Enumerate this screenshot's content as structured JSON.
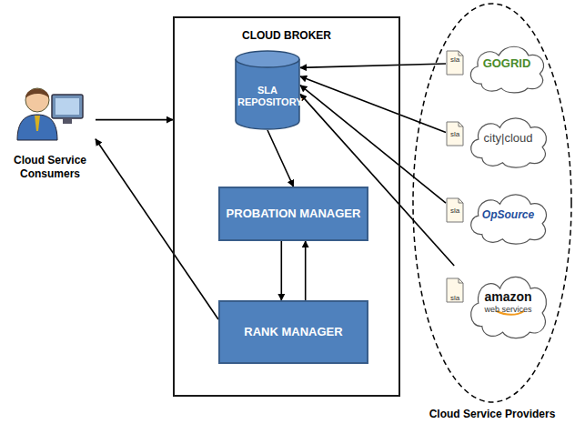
{
  "diagram": {
    "nodes": [
      {
        "text": [
          "Cloud Service Consumers"
        ]
      },
      {
        "text": [
          "CLOUD BROKER"
        ]
      },
      {
        "text": [
          "SLA REPOSITORY"
        ],
        "in": 1
      },
      {
        "text": [
          "PROBATION MANAGER"
        ],
        "in": 1
      },
      {
        "text": [
          "RANK MANAGER"
        ],
        "in": 1
      },
      {
        "text": [
          "Cloud Service Providers"
        ]
      },
      {
        "text": [
          "sla",
          "GOGRID"
        ],
        "in": 5
      },
      {
        "text": [
          "sla",
          "city|cloud"
        ],
        "in": 5
      },
      {
        "text": [
          "sla",
          "OpSource"
        ],
        "in": 5
      },
      {
        "text": [
          "sla",
          "amazon",
          "web services"
        ],
        "in": 5
      }
    ],
    "edges": [
      {
        "from": 0,
        "to": 1,
        "arrow": "to"
      },
      {
        "from": 4,
        "to": 0,
        "arrow": "to"
      },
      {
        "from": 2,
        "to": 3,
        "arrow": "to"
      },
      {
        "from": 3,
        "to": 4,
        "arrow": "to"
      },
      {
        "from": 4,
        "to": 3,
        "arrow": "to"
      },
      {
        "from": 6,
        "to": 2,
        "arrow": "to"
      },
      {
        "from": 7,
        "to": 2,
        "arrow": "to"
      },
      {
        "from": 8,
        "to": 2,
        "arrow": "to"
      },
      {
        "from": 9,
        "to": 2,
        "arrow": "to"
      }
    ]
  }
}
